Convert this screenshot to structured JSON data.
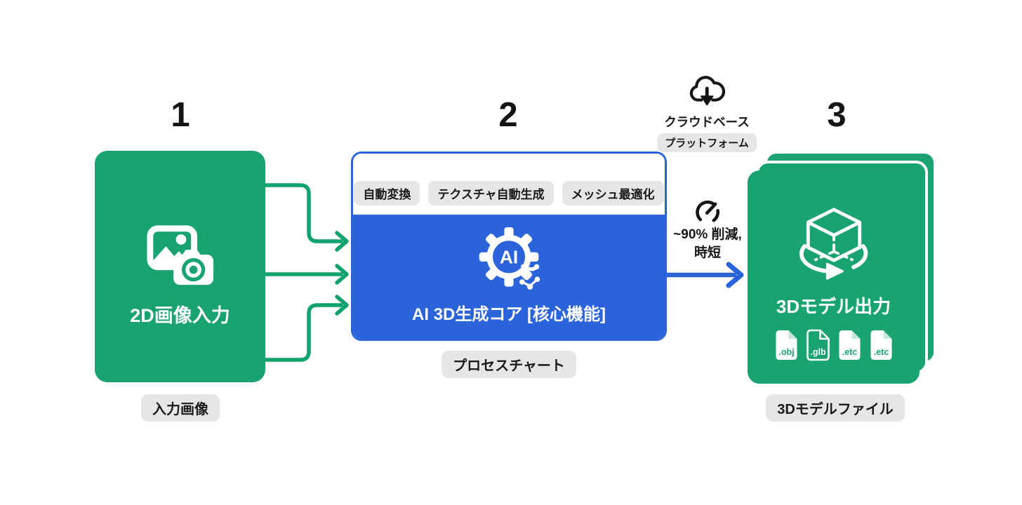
{
  "colors": {
    "green": "#18a371",
    "green_arrow": "#10a36c",
    "blue": "#2b63db",
    "badge_bg": "#e6e6e6",
    "text_dark": "#161616",
    "white": "#ffffff"
  },
  "step1": {
    "number": "1",
    "title": "2D画像入力",
    "caption": "入力画像"
  },
  "step2": {
    "number": "2",
    "features": [
      "自動変換",
      "テクスチャ自動生成",
      "メッシュ最適化"
    ],
    "core_icon_text": "AI",
    "title": "AI 3D生成コア [核心機能]",
    "caption": "プロセスチャート"
  },
  "step3": {
    "number": "3",
    "title": "3Dモデル出力",
    "files": [
      {
        "label": ".obj",
        "style": "solid"
      },
      {
        "label": ".glb",
        "style": "outline"
      },
      {
        "label": ".etc",
        "style": "solid"
      },
      {
        "label": ".etc",
        "style": "solid"
      }
    ],
    "caption": "3Dモデルファイル"
  },
  "cloud": {
    "label": "クラウドベース",
    "badge": "プラットフォーム"
  },
  "metric": {
    "line1": "~90% 削減,",
    "line2": "時短"
  }
}
